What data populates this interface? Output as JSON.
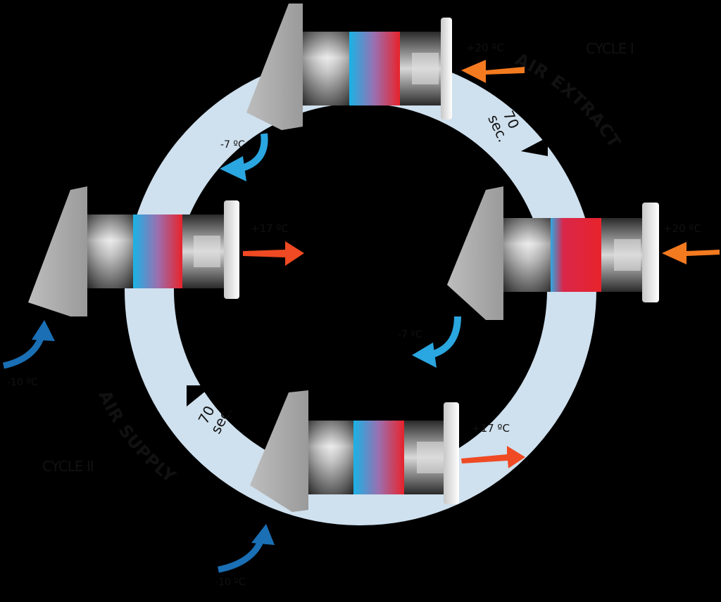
{
  "cycles": {
    "cycle_1": "CYCLE I",
    "cycle_2": "CYCLE II"
  },
  "ring": {
    "extract_label": "AIR EXTRACT",
    "supply_label": "AIR SUPPLY",
    "timer_extract": {
      "value": "70",
      "unit": "sec."
    },
    "timer_supply": {
      "value": "70",
      "unit": "sec."
    }
  },
  "temperatures": {
    "top_inlet": "+20 ºC",
    "top_outlet": "-7 ºC",
    "right_inlet": "+20 ºC",
    "right_outlet": "-7 ºC",
    "left_supply": "+17 ºC",
    "left_outdoor": "-10 ºC",
    "bottom_supply": "+17 ºC",
    "bottom_outdoor": "-10 ºC"
  },
  "colors": {
    "ring": "#cfe0ee",
    "warm_arrow": "#f47a20",
    "supply_arrow": "#ef4a23",
    "cold_arrow": "#2aa6e0",
    "outdoor_arrow": "#1a6fb5"
  }
}
